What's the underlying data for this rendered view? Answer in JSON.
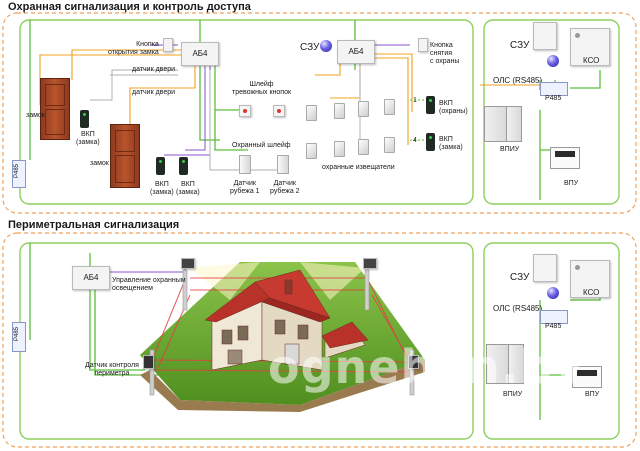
{
  "sections": {
    "access": {
      "title": "Охранная сигнализация и контроль доступа",
      "labels": {
        "lock_button": "Кнопка\nоткрытия замка",
        "ab4_left": "АБ4",
        "door_sensor_1": "датчик двери",
        "door_sensor_2": "датчик двери",
        "lock_1": "замок",
        "lock_2": "замок",
        "vkp_lock_1": "ВКП\n(замка)",
        "vkp_lock_2": "ВКП\n(замка)",
        "vkp_lock_3": "ВКП\n(замка)",
        "alarm_loop": "Шлейф\nтревожных кнопок",
        "guard_loop": "Охранный шлейф",
        "break_sensor_1": "Датчик\nрубежа 1",
        "break_sensor_2": "Датчик\nрубежа 2",
        "szu": "СЗУ",
        "ab4_mid": "АБ4",
        "disarm_button": "Кнопка\nснятия\nс охраны",
        "guard_detectors": "охранные извещатели",
        "vkp_guard": "ВКП\n(охраны)",
        "vkp_lock_r": "ВКП\n(замка)",
        "num_1": "1",
        "num_4": "4",
        "r485_left": "Р485",
        "szu_right": "СЗУ",
        "kso": "КСО",
        "ols": "ОЛС (RS485)",
        "r485_right": "Р485",
        "vpiu": "ВПИУ",
        "vpu": "ВПУ"
      }
    },
    "perimeter": {
      "title": "Периметральная сигнализация",
      "labels": {
        "ab4": "АБ4",
        "light_control": "Управление охранным\nосвещением",
        "perimeter_sensor": "Датчик контроля\nпериметра",
        "r485_left": "Р485",
        "szu": "СЗУ",
        "kso": "КСО",
        "ols": "ОЛС (RS485)",
        "r485_right": "Р485",
        "vpiu": "ВПИУ",
        "vpu": "ВПУ"
      }
    }
  },
  "watermark": "ognebon.by",
  "colors": {
    "frame_dashed": "#f2a15a",
    "panel_border": "#8fcf5f",
    "bus_green": "#5bbf3a",
    "wire_orange": "#f0a020",
    "wire_purple": "#8a56c8",
    "wire_gray": "#b0b0b0",
    "wire_teal": "#4bb4b4",
    "beam_red": "#e04040",
    "sky": "#d8eef7",
    "grass": "#6fae2f"
  }
}
